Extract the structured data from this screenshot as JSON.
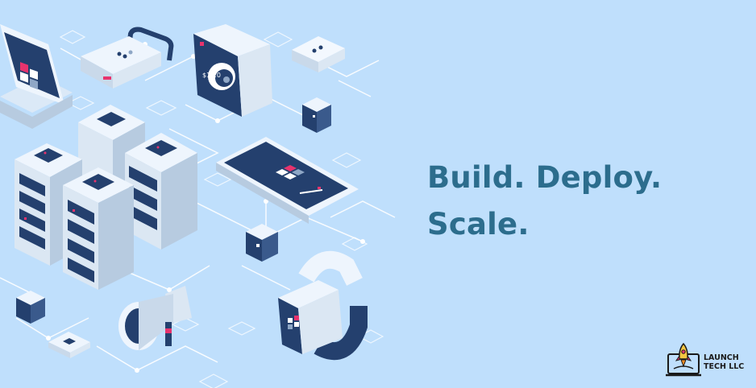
{
  "headline": {
    "line1": "Build. Deploy.",
    "line2": "Scale."
  },
  "logo": {
    "line1": "LAUNCH",
    "line2": "TECH LLC"
  },
  "camera": {
    "screen_text": "$1.20"
  },
  "colors": {
    "background": "#bfdffc",
    "headline": "#2c6d8d",
    "device_dark": "#24406e",
    "accent_pink": "#e8336d"
  }
}
